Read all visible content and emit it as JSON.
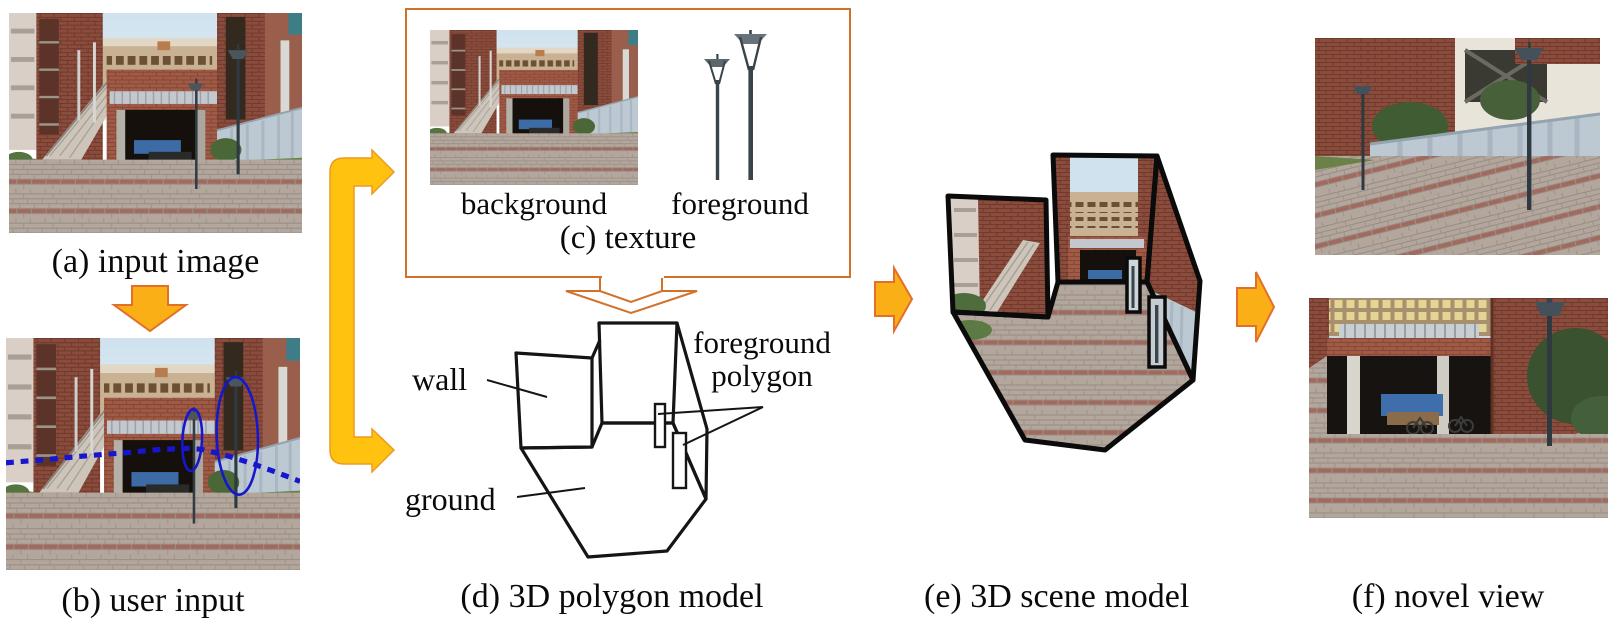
{
  "figure": {
    "panels": {
      "a": {
        "caption": "(a) input image"
      },
      "b": {
        "caption": "(b) user input"
      },
      "c": {
        "caption": "(c) texture",
        "background_label": "background",
        "foreground_label": "foreground"
      },
      "d": {
        "caption": "(d) 3D polygon model",
        "wall_label": "wall",
        "ground_label": "ground",
        "foreground_polygon_label": "foreground polygon"
      },
      "e": {
        "caption": "(e) 3D scene model"
      },
      "f": {
        "caption": "(f) novel view"
      }
    },
    "colors": {
      "flow_arrow_yellow": "#ffc20e",
      "flow_arrow_orange": "#fbaf17",
      "flow_arrow_stroke": "#e2702a",
      "texture_box_border": "#d2722a",
      "user_annotation_blue": "#1616ce",
      "model_outline_black": "#111111"
    }
  }
}
